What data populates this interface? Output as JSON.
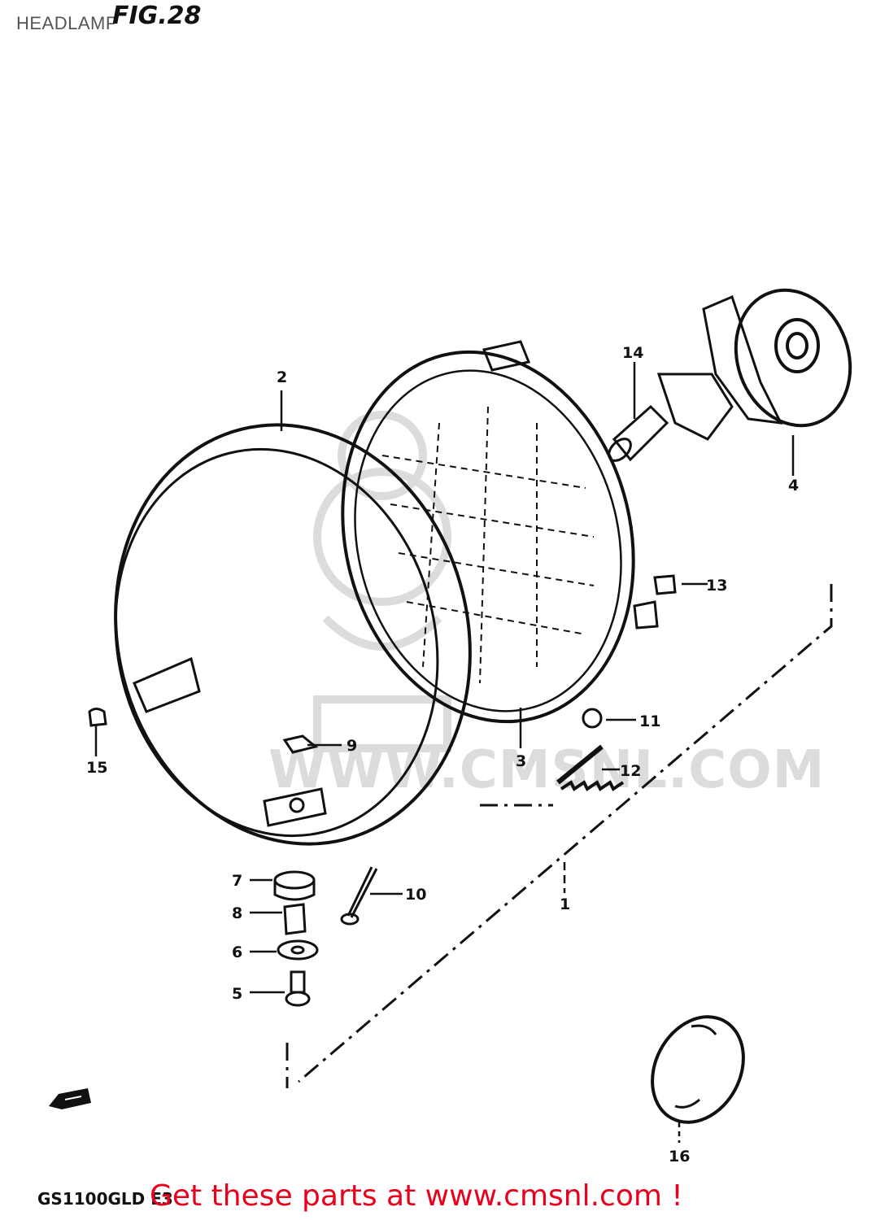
{
  "page_title": "HEADLAMP",
  "figure_label": "FIG.28",
  "model_code": "GS1100GLD E3",
  "watermark": "WWW.CMSNL.COM",
  "cta": "Get these parts at www.cmsnl.com !",
  "callouts": [
    "1",
    "2",
    "3",
    "4",
    "5",
    "6",
    "7",
    "8",
    "9",
    "10",
    "11",
    "12",
    "13",
    "14",
    "15",
    "16"
  ],
  "colors": {
    "ink": "#111111",
    "cta": "#e8001c",
    "watermark": "#dcdcdc",
    "title": "#555555"
  },
  "icons": [
    "front-direction-arrow-icon"
  ]
}
